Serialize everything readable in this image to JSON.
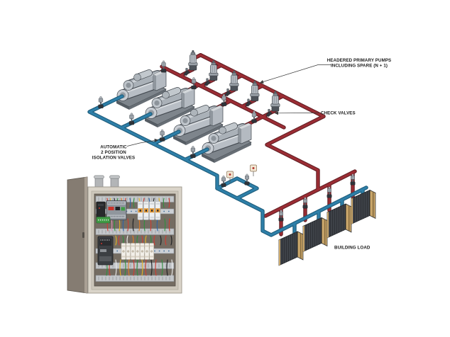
{
  "diagram": {
    "labels": {
      "headered_pumps_line1": "HEADERED PRIMARY PUMPS",
      "headered_pumps_line2": "INCLUDING SPARE (N + 1)",
      "check_valves": "CHECK VALVES",
      "isolation_valves_line1": "AUTOMATIC",
      "isolation_valves_line2": "2 POSITION",
      "isolation_valves_line3": "ISOLATION VALVES",
      "building_load": "BUILDING LOAD"
    },
    "colors": {
      "return_pipe": "#9b2d34",
      "return_pipe_outline": "#5f1d22",
      "supply_pipe": "#2e7fa8",
      "supply_pipe_outline": "#1b5876",
      "label_text": "#1a1a1a"
    },
    "equipment": {
      "chillers": 4,
      "primary_pumps": 5,
      "check_valves": 5,
      "chiller_isolation_valves": 8,
      "building_load_coils": 4,
      "bypass_sensor_tags": 2
    }
  }
}
